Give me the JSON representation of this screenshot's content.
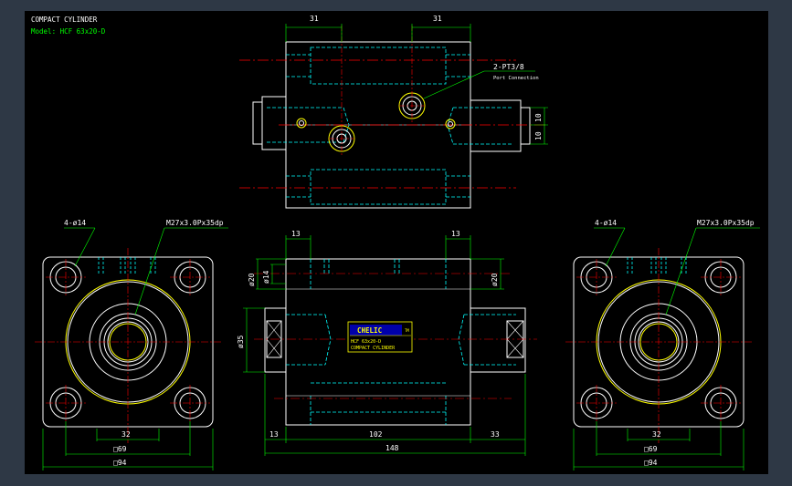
{
  "header": {
    "title": "COMPACT CYLINDER",
    "model": "Model: HCF 63x20-D"
  },
  "dims": {
    "top_left_31": "31",
    "top_right_31": "31",
    "port": "2-PT3/8",
    "port_sub": "Port Connection",
    "v10a": "10",
    "v10b": "10",
    "holes_left": "4-ø14",
    "thread_left": "M27x3.0Px35dp",
    "holes_right": "4-ø14",
    "thread_right": "M27x3.0Px35dp",
    "side_13a": "13",
    "side_13b": "13",
    "d20_left": "ø20",
    "d14": "ø14",
    "d20_right": "ø20",
    "d35": "ø35",
    "bottom_13": "13",
    "bottom_102": "102",
    "bottom_33": "33",
    "bottom_148": "148",
    "left_32": "32",
    "left_sq69": "□69",
    "left_sq94": "□94",
    "right_32": "32",
    "right_sq69": "□69",
    "right_sq94": "□94"
  },
  "label_plate": {
    "brand": "CHELIC",
    "mark": "TM",
    "line1": "HCF 63x20-D",
    "line2": "COMPACT CYLINDER"
  },
  "colors": {
    "background": "#000000",
    "frame": "#2e3845",
    "white": "#ffffff",
    "cyan": "#00ffff",
    "green": "#00ff00",
    "red": "#ff0000",
    "yellow": "#ffff00"
  }
}
